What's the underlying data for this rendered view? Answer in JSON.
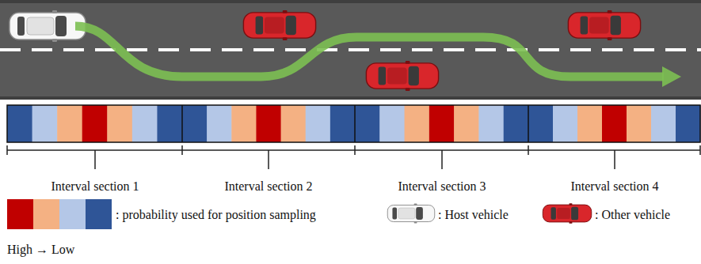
{
  "diagram": {
    "labels": [
      "Interval section 1",
      "Interval section 2",
      "Interval section 3",
      "Interval section 4",
      "High → Low"
    ],
    "legend": [
      {
        "text": ": probability used for position sampling"
      },
      {
        "text": ": Host vehicle"
      },
      {
        "text": ": Other vehicle"
      }
    ]
  }
}
